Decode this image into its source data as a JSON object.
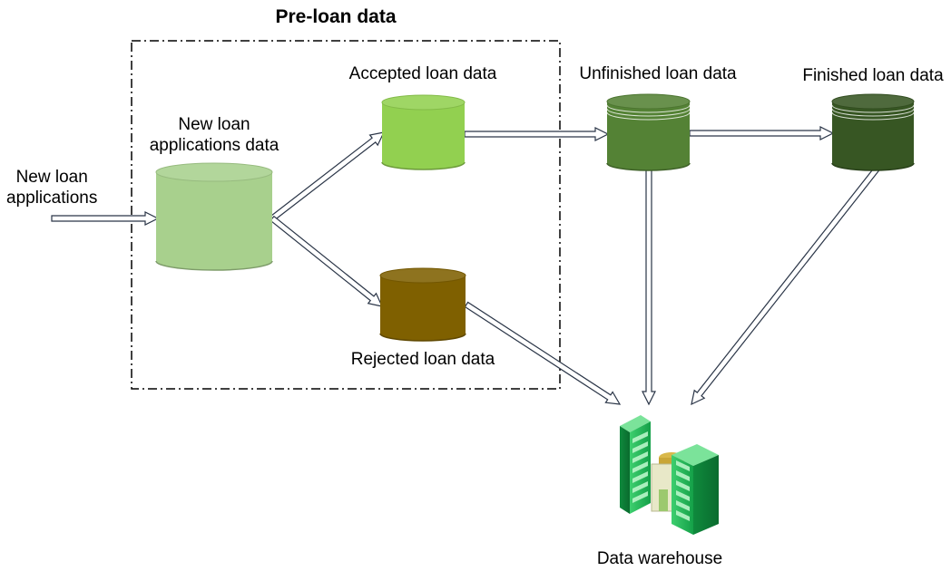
{
  "title": "Pre-loan data",
  "inputs": {
    "new_loan_applications": [
      "New loan",
      "applications"
    ]
  },
  "stores": {
    "new_applications": {
      "label": [
        "New loan",
        "applications data"
      ],
      "color": "#a8d08d"
    },
    "accepted": {
      "label": "Accepted loan data",
      "color": "#92d050"
    },
    "rejected": {
      "label": "Rejected loan data",
      "color": "#7f6000"
    },
    "unfinished": {
      "label": "Unfinished loan data",
      "color": "#548235"
    },
    "finished": {
      "label": "Finished loan data",
      "color": "#375623"
    }
  },
  "warehouse": {
    "label": "Data warehouse",
    "color": "#00b050"
  }
}
